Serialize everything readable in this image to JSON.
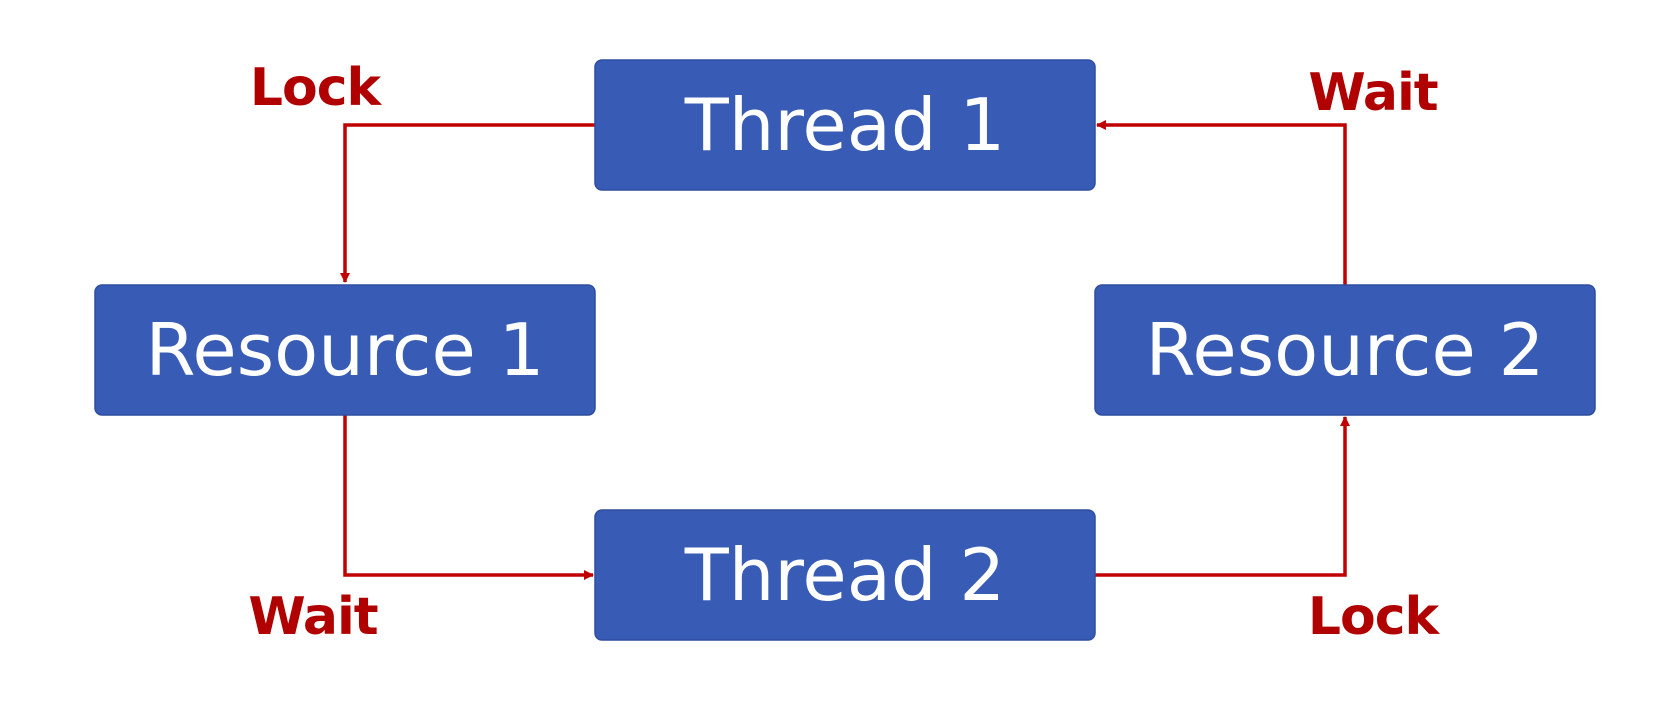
{
  "colors": {
    "node_fill": "#385bb6",
    "arrow": "#c00000",
    "label": "#b00000"
  },
  "nodes": {
    "thread1": "Thread 1",
    "thread2": "Thread 2",
    "resource1": "Resource 1",
    "resource2": "Resource 2"
  },
  "labels": {
    "lock_top_left": "Lock",
    "wait_top_right": "Wait",
    "wait_bottom_left": "Wait",
    "lock_bottom_right": "Lock"
  },
  "edges": [
    {
      "from": "thread1",
      "to": "resource1",
      "label": "Lock"
    },
    {
      "from": "resource1",
      "to": "thread2",
      "label": "Wait"
    },
    {
      "from": "thread2",
      "to": "resource2",
      "label": "Lock"
    },
    {
      "from": "resource2",
      "to": "thread1",
      "label": "Wait"
    }
  ]
}
